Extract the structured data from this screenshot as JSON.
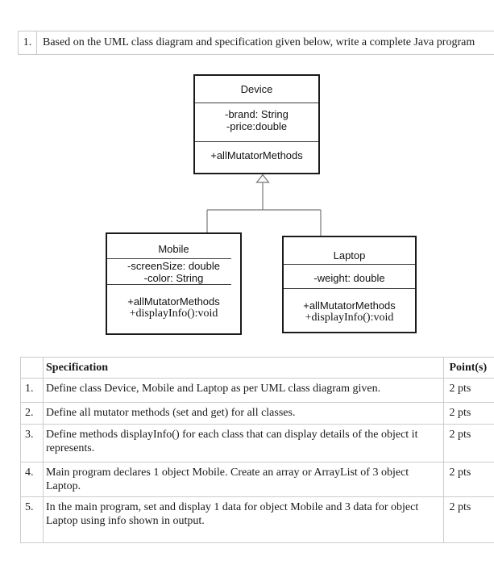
{
  "question": {
    "number": "1.",
    "text": "Based on the UML class diagram and specification given below, write a complete Java program"
  },
  "uml": {
    "device": {
      "title": "Device",
      "attributes": [
        "-brand: String",
        "-price:double"
      ],
      "methods": [
        "+allMutatorMethods"
      ]
    },
    "mobile": {
      "title": "Mobile",
      "attributes": [
        "-screenSize: double",
        "-color: String"
      ],
      "methods": [
        "+allMutatorMethods",
        "+displayInfo():void"
      ]
    },
    "laptop": {
      "title": "Laptop",
      "attributes": [
        "-weight: double"
      ],
      "methods": [
        "+allMutatorMethods",
        "+displayInfo():void"
      ]
    }
  },
  "table": {
    "headers": {
      "num": "",
      "spec": "Specification",
      "points": "Point(s)"
    },
    "rows": [
      {
        "num": "1.",
        "spec": "Define class Device, Mobile and Laptop as per UML class diagram given.",
        "points": "2 pts"
      },
      {
        "num": "2.",
        "spec": "Define all mutator methods (set and get) for all classes.",
        "points": "2 pts"
      },
      {
        "num": "3.",
        "spec": "Define methods displayInfo() for each class that can display details of the object it represents.",
        "points": "2 pts"
      },
      {
        "num": "4.",
        "spec": "Main program declares 1 object Mobile. Create an array or ArrayList of 3 object Laptop.",
        "points": "2 pts"
      },
      {
        "num": "5.",
        "spec": "In the main program, set and display 1 data for object Mobile and 3 data for object Laptop using info shown in output.",
        "points": "2 pts"
      }
    ]
  },
  "colors": {
    "uml_border": "#1b1b1b",
    "connector": "#777777",
    "table_border": "#cccccc",
    "text": "#1a1a1a"
  }
}
